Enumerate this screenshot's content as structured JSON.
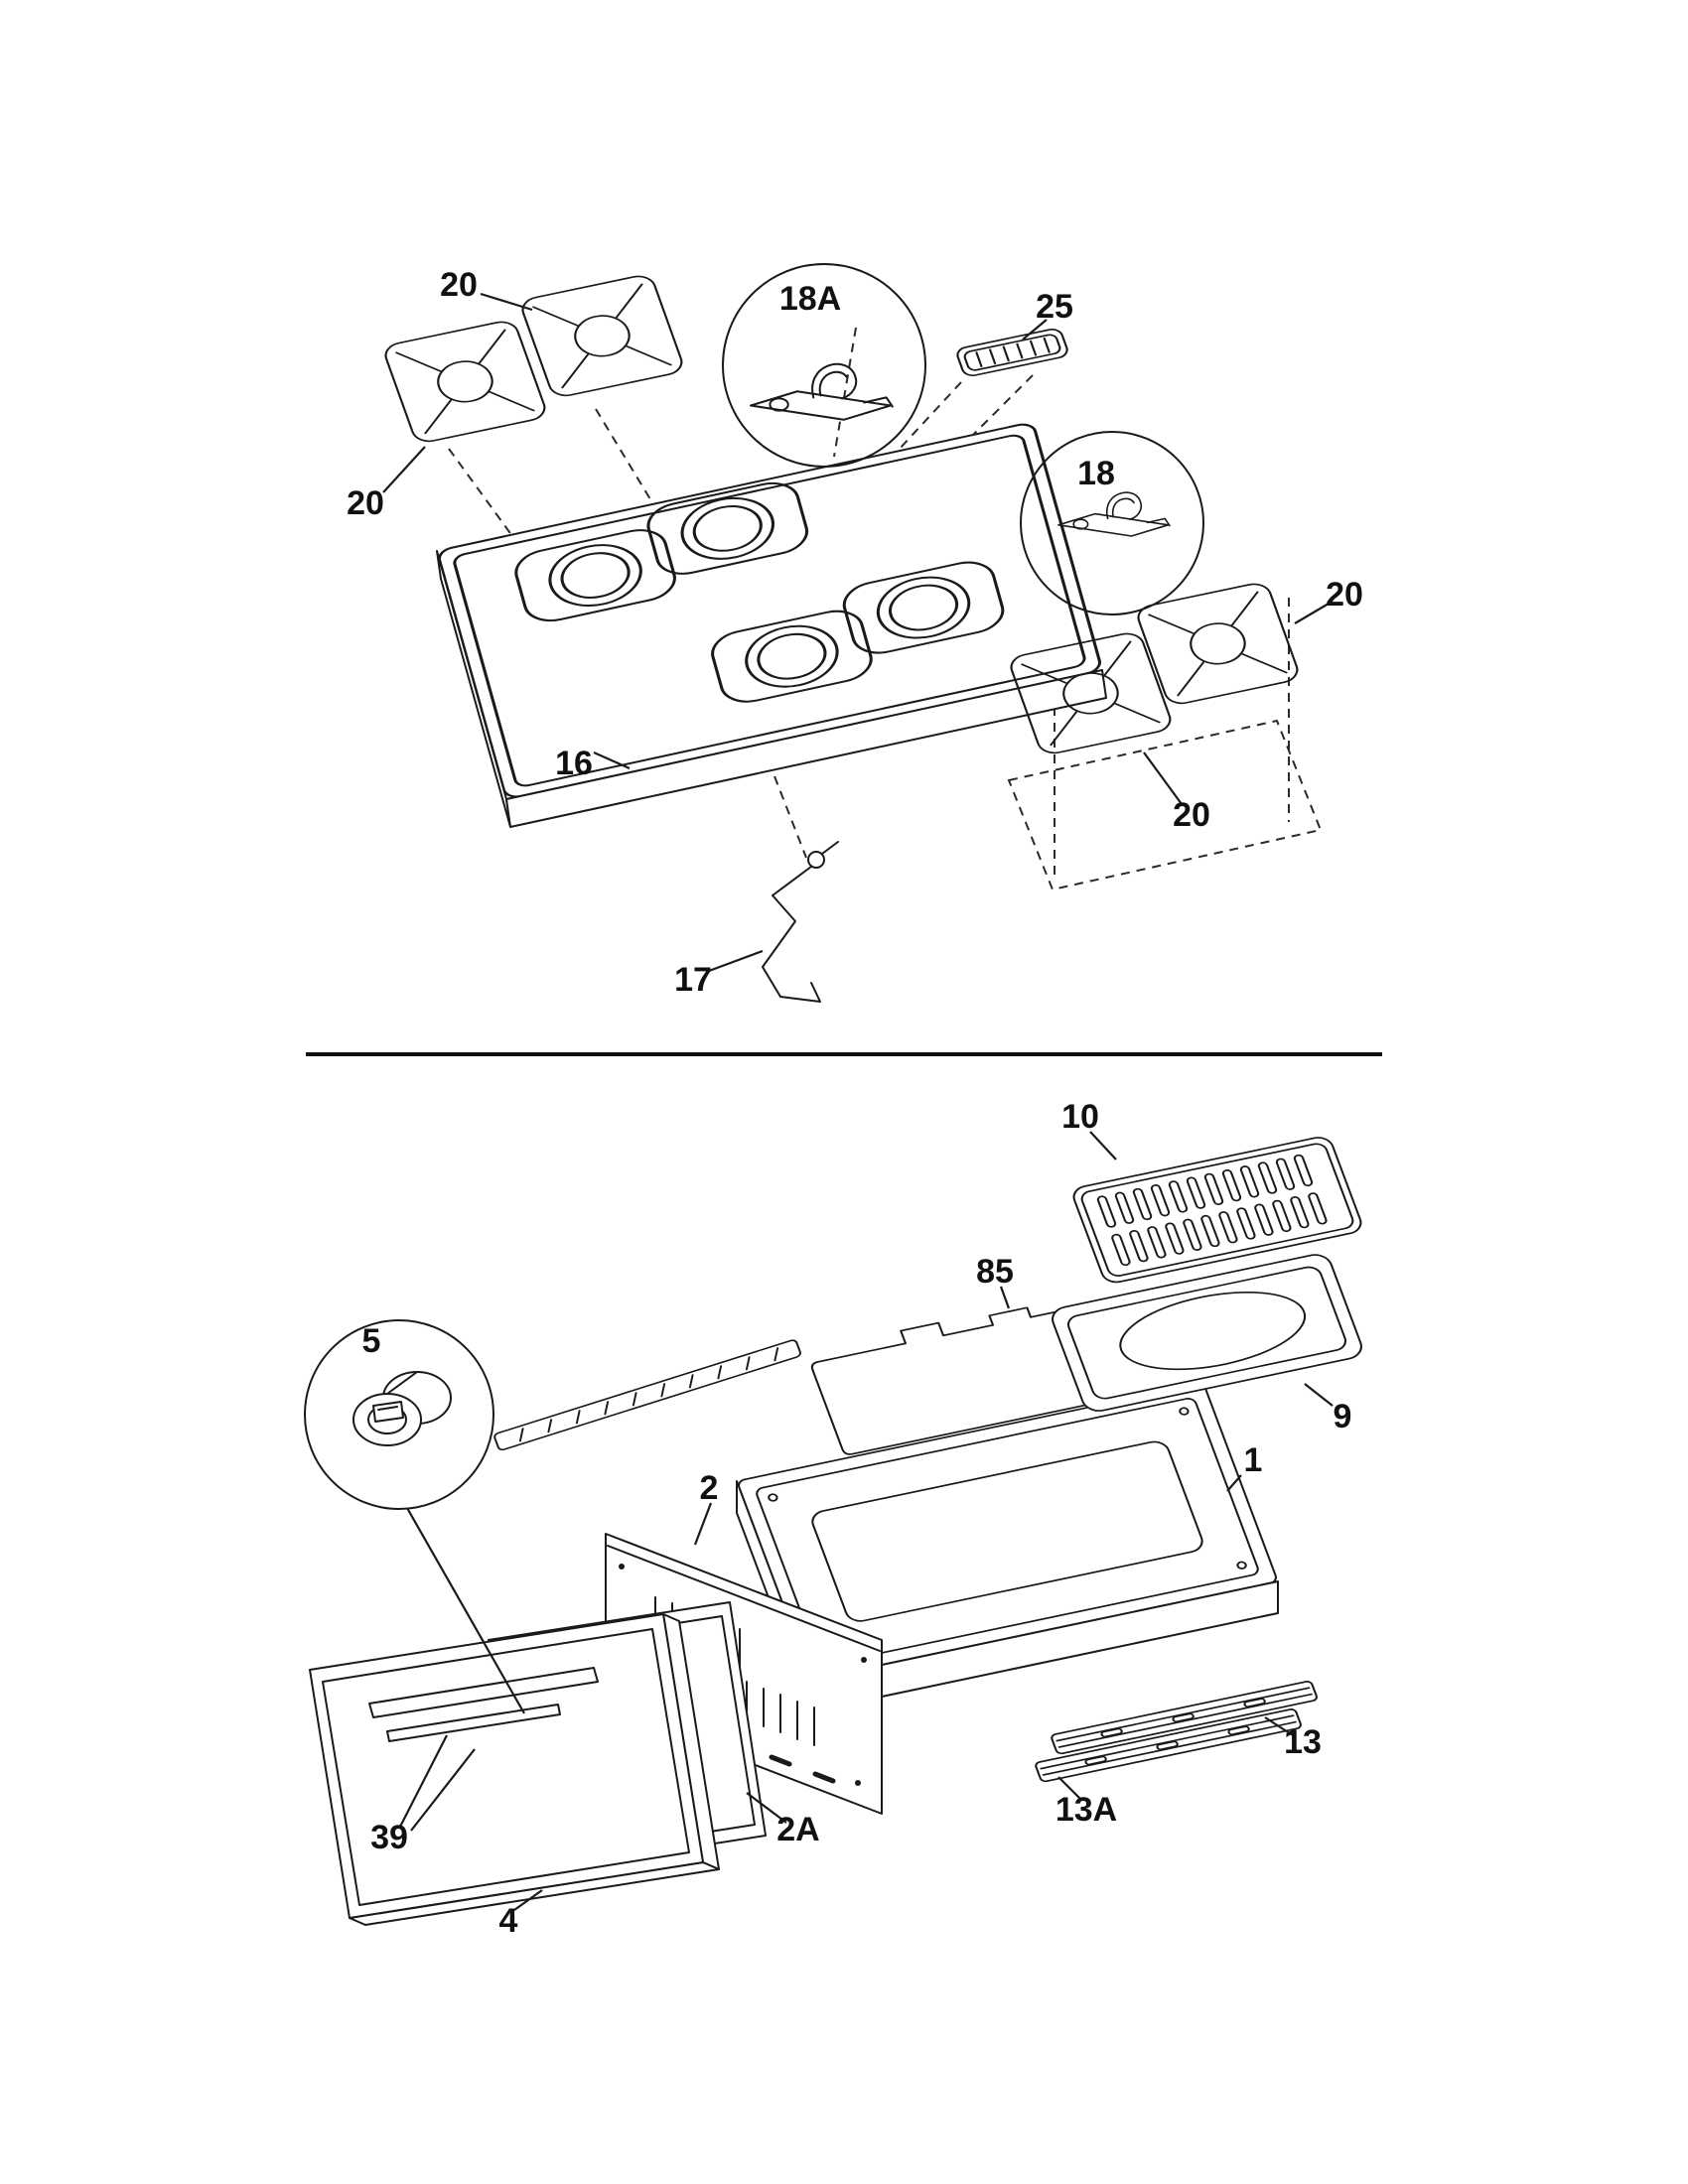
{
  "page": {
    "background": "#ffffff",
    "line_color": "#1a1a1a"
  },
  "callouts": {
    "c20_top_left": "20",
    "c20_mid_left": "20",
    "c18a": "18A",
    "c25": "25",
    "c18": "18",
    "c20_right_upper": "20",
    "c20_right_lower": "20",
    "c16": "16",
    "c17": "17",
    "c10": "10",
    "c9": "9",
    "c85": "85",
    "c5": "5",
    "c2": "2",
    "c1": "1",
    "c13": "13",
    "c13a": "13A",
    "c2a": "2A",
    "c39": "39",
    "c4": "4"
  }
}
